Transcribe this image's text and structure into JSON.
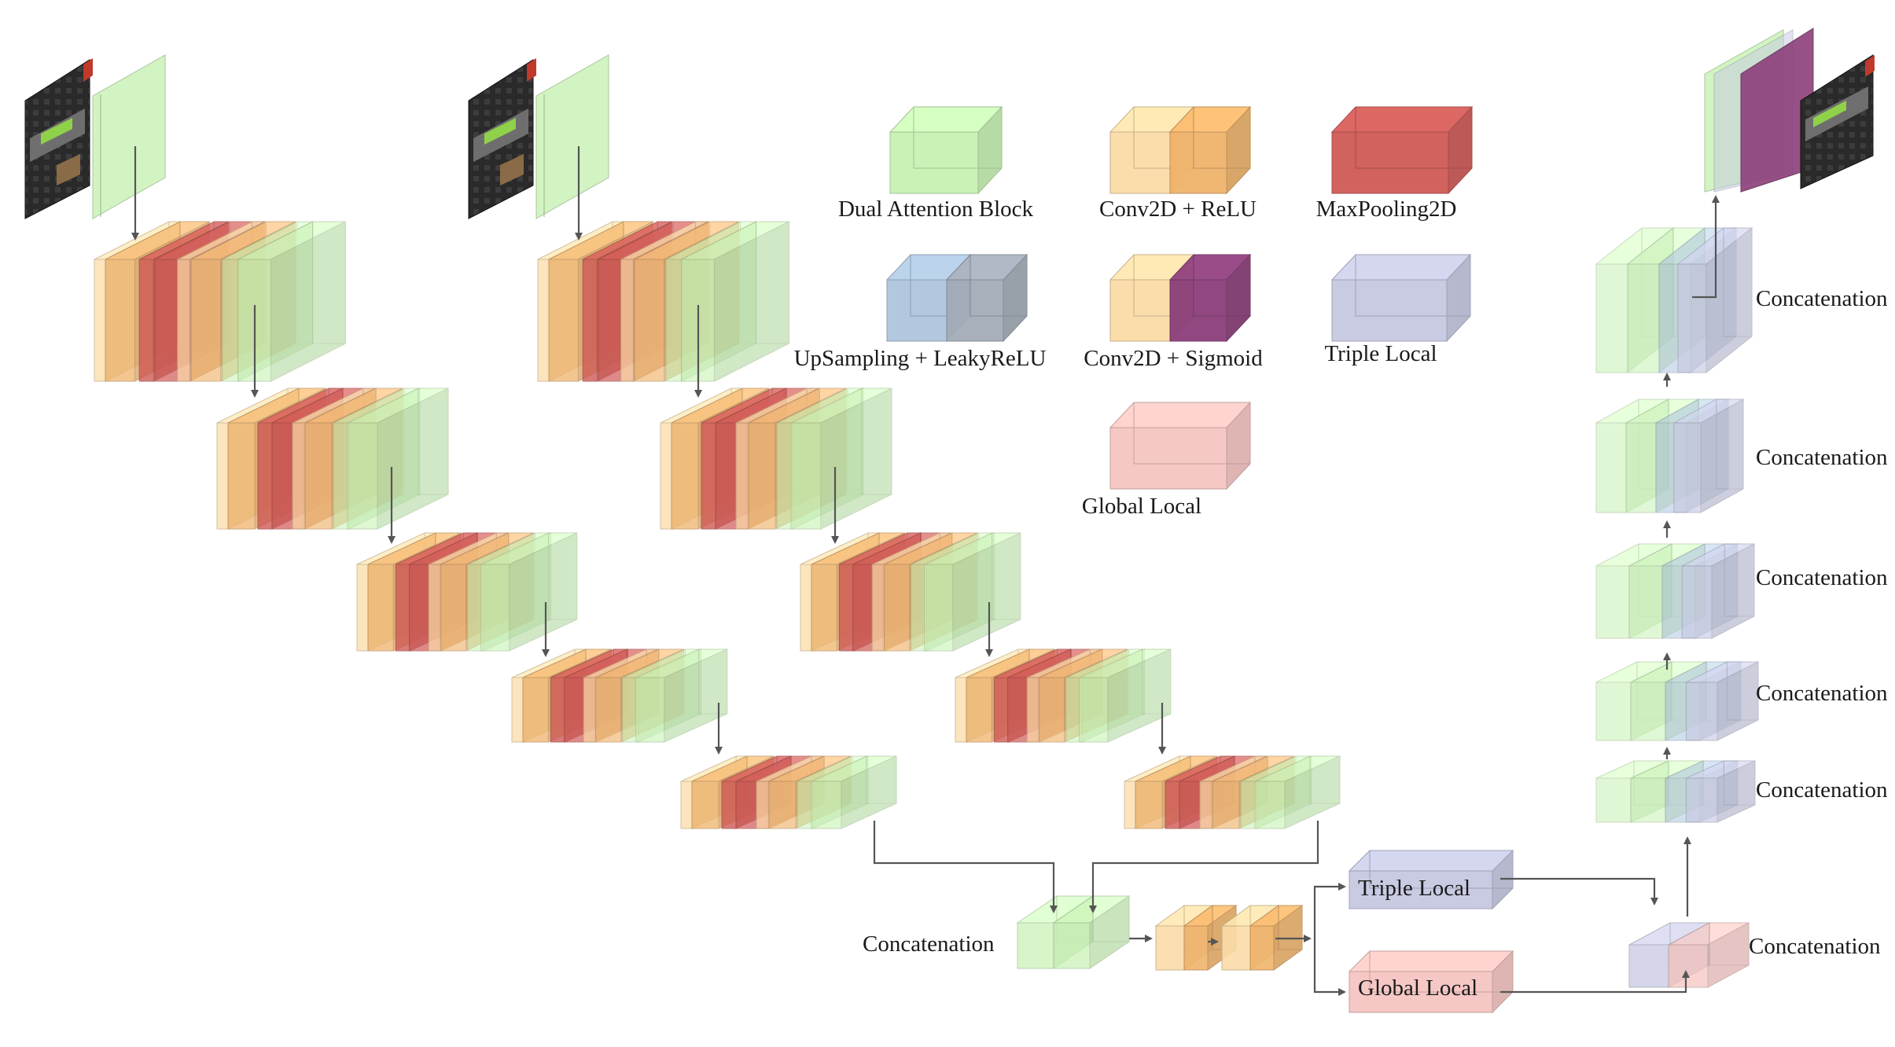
{
  "colors": {
    "attention": "#c8f2b4",
    "conv_light": "#fbdca8",
    "conv_dark": "#f0b46c",
    "maxpool": "#cf5a56",
    "upsampling_blue": "#aec6de",
    "upsampling_gray": "#a3acb8",
    "sigmoid": "#8c3f7a",
    "triple_local": "#c7c9e2",
    "global_local": "#f6c6c2",
    "arrow": "#555555"
  },
  "legend": {
    "dual_attention": "Dual Attention Block",
    "conv_relu": "Conv2D + ReLU",
    "maxpool": "MaxPooling2D",
    "upsampling": "UpSampling + LeakyReLU",
    "conv_sigmoid": "Conv2D + Sigmoid",
    "triple_local": "Triple Local",
    "global_local": "Global Local"
  },
  "nodes": {
    "merge_label": "Concatenation",
    "triple_local": "Triple Local",
    "global_local": "Global Local",
    "fusion_label": "Concatenation"
  },
  "decoder_labels": [
    "Concatenation",
    "Concatenation",
    "Concatenation",
    "Concatenation",
    "Concatenation"
  ],
  "icons": [
    "input-image-thumbnail",
    "output-image-thumbnail"
  ]
}
